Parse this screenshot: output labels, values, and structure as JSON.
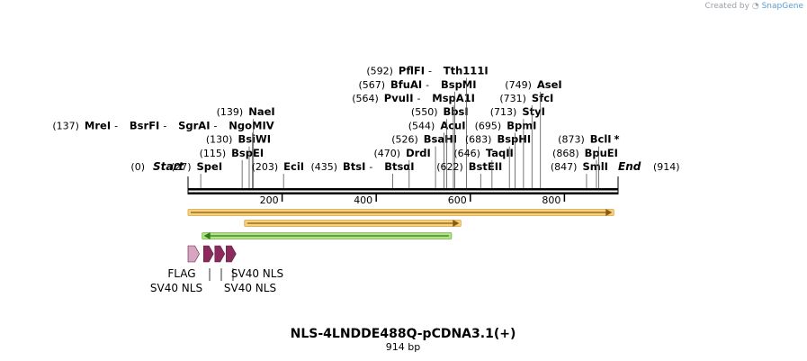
{
  "credit": {
    "prefix": "Created by",
    "brand": "SnapGene"
  },
  "map": {
    "title": "NLS-4LNDDE488Q-pCDNA3.1(+)",
    "length_label": "914 bp",
    "length": 914,
    "start_label": "Start",
    "end_label": "End",
    "start_pos": "(0)",
    "end_pos": "(914)",
    "ticks": [
      {
        "pos": 200,
        "label": "200"
      },
      {
        "pos": 400,
        "label": "400"
      },
      {
        "pos": 600,
        "label": "600"
      },
      {
        "pos": 800,
        "label": "800"
      }
    ],
    "sites": [
      {
        "pos": 27,
        "pos_label": "(27)",
        "names": [
          "SpeI"
        ]
      },
      {
        "pos": 115,
        "pos_label": "(115)",
        "names": [
          "BspEI"
        ]
      },
      {
        "pos": 130,
        "pos_label": "(130)",
        "names": [
          "BsiWI"
        ]
      },
      {
        "pos": 137,
        "pos_label": "(137)",
        "names": [
          "MreI",
          "BsrFI",
          "SgrAI",
          "NgoMIV"
        ]
      },
      {
        "pos": 139,
        "pos_label": "(139)",
        "names": [
          "NaeI"
        ]
      },
      {
        "pos": 203,
        "pos_label": "(203)",
        "names": [
          "EciI"
        ]
      },
      {
        "pos": 435,
        "pos_label": "(435)",
        "names": [
          "BtsI",
          "BtsαI"
        ]
      },
      {
        "pos": 470,
        "pos_label": "(470)",
        "names": [
          "DrdI"
        ]
      },
      {
        "pos": 526,
        "pos_label": "(526)",
        "names": [
          "BsaHI"
        ]
      },
      {
        "pos": 544,
        "pos_label": "(544)",
        "names": [
          "AcuI"
        ]
      },
      {
        "pos": 550,
        "pos_label": "(550)",
        "names": [
          "BbsI"
        ]
      },
      {
        "pos": 564,
        "pos_label": "(564)",
        "names": [
          "PvuII",
          "MspA1I"
        ]
      },
      {
        "pos": 567,
        "pos_label": "(567)",
        "names": [
          "BfuAI",
          "BspMI"
        ]
      },
      {
        "pos": 592,
        "pos_label": "(592)",
        "names": [
          "PflFI",
          "Tth111I"
        ]
      },
      {
        "pos": 622,
        "pos_label": "(622)",
        "names": [
          "BstEII"
        ]
      },
      {
        "pos": 646,
        "pos_label": "(646)",
        "names": [
          "TaqII"
        ]
      },
      {
        "pos": 683,
        "pos_label": "(683)",
        "names": [
          "BspHI"
        ]
      },
      {
        "pos": 695,
        "pos_label": "(695)",
        "names": [
          "BpmI"
        ]
      },
      {
        "pos": 713,
        "pos_label": "(713)",
        "names": [
          "StyI"
        ]
      },
      {
        "pos": 731,
        "pos_label": "(731)",
        "names": [
          "SfcI"
        ]
      },
      {
        "pos": 749,
        "pos_label": "(749)",
        "names": [
          "AseI"
        ]
      },
      {
        "pos": 847,
        "pos_label": "(847)",
        "names": [
          "SmlI"
        ]
      },
      {
        "pos": 868,
        "pos_label": "(868)",
        "names": [
          "BpuEI"
        ]
      },
      {
        "pos": 873,
        "pos_label": "(873)",
        "names": [
          "BclI"
        ],
        "mark": "*"
      }
    ],
    "name_separator": "-",
    "features": [
      {
        "start": 0,
        "end": 905,
        "direction": "forward",
        "fill": "#f5d27a",
        "stroke": "#d9a441",
        "arrow": "#8a5a14"
      },
      {
        "start": 120,
        "end": 580,
        "direction": "forward",
        "fill": "#f5d27a",
        "stroke": "#d9a441",
        "arrow": "#8a5a14"
      },
      {
        "start": 30,
        "end": 560,
        "direction": "reverse",
        "fill": "#b5e08a",
        "stroke": "#6cb83d",
        "arrow": "#2f7d16"
      }
    ],
    "small_features": [
      {
        "start": 0,
        "end": 24,
        "label": "FLAG",
        "fill": "#d9a4c2"
      },
      {
        "start": 33,
        "end": 54,
        "label": "SV40 NLS",
        "fill": "#8c2a5e"
      },
      {
        "start": 57,
        "end": 78,
        "label": "SV40 NLS",
        "fill": "#8c2a5e"
      },
      {
        "start": 81,
        "end": 102,
        "label": "SV40 NLS",
        "fill": "#8c2a5e"
      }
    ]
  }
}
